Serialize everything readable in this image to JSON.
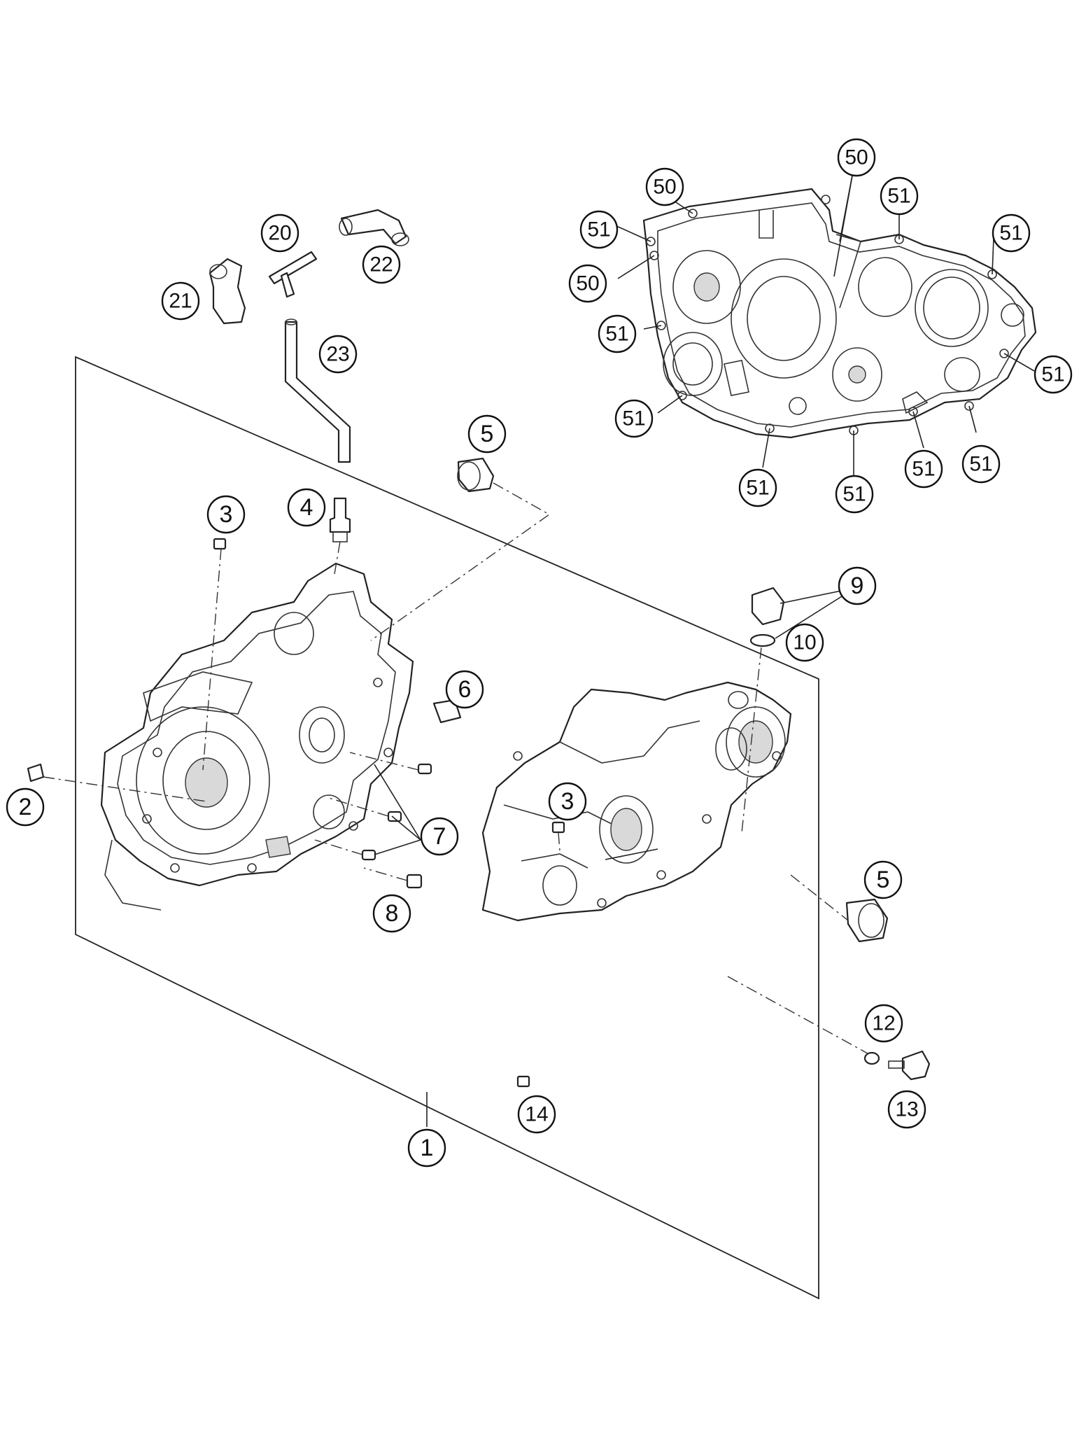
{
  "diagram": {
    "colors": {
      "line": "#222222",
      "shade": "#d9d9d9",
      "background": "#ffffff"
    },
    "callouts": [
      {
        "id": "c1",
        "label": "1"
      },
      {
        "id": "c2",
        "label": "2"
      },
      {
        "id": "c3a",
        "label": "3"
      },
      {
        "id": "c3b",
        "label": "3"
      },
      {
        "id": "c4",
        "label": "4"
      },
      {
        "id": "c5a",
        "label": "5"
      },
      {
        "id": "c5b",
        "label": "5"
      },
      {
        "id": "c6",
        "label": "6"
      },
      {
        "id": "c7",
        "label": "7"
      },
      {
        "id": "c8",
        "label": "8"
      },
      {
        "id": "c9",
        "label": "9"
      },
      {
        "id": "c10",
        "label": "10"
      },
      {
        "id": "c12",
        "label": "12"
      },
      {
        "id": "c13",
        "label": "13"
      },
      {
        "id": "c14",
        "label": "14"
      },
      {
        "id": "c20",
        "label": "20"
      },
      {
        "id": "c21",
        "label": "21"
      },
      {
        "id": "c22",
        "label": "22"
      },
      {
        "id": "c23",
        "label": "23"
      },
      {
        "id": "c50a",
        "label": "50"
      },
      {
        "id": "c50b",
        "label": "50"
      },
      {
        "id": "c50c",
        "label": "50"
      },
      {
        "id": "c51a",
        "label": "51"
      },
      {
        "id": "c51b",
        "label": "51"
      },
      {
        "id": "c51c",
        "label": "51"
      },
      {
        "id": "c51d",
        "label": "51"
      },
      {
        "id": "c51e",
        "label": "51"
      },
      {
        "id": "c51f",
        "label": "51"
      },
      {
        "id": "c51g",
        "label": "51"
      },
      {
        "id": "c51h",
        "label": "51"
      },
      {
        "id": "c51i",
        "label": "51"
      },
      {
        "id": "c51j",
        "label": "51"
      }
    ]
  }
}
